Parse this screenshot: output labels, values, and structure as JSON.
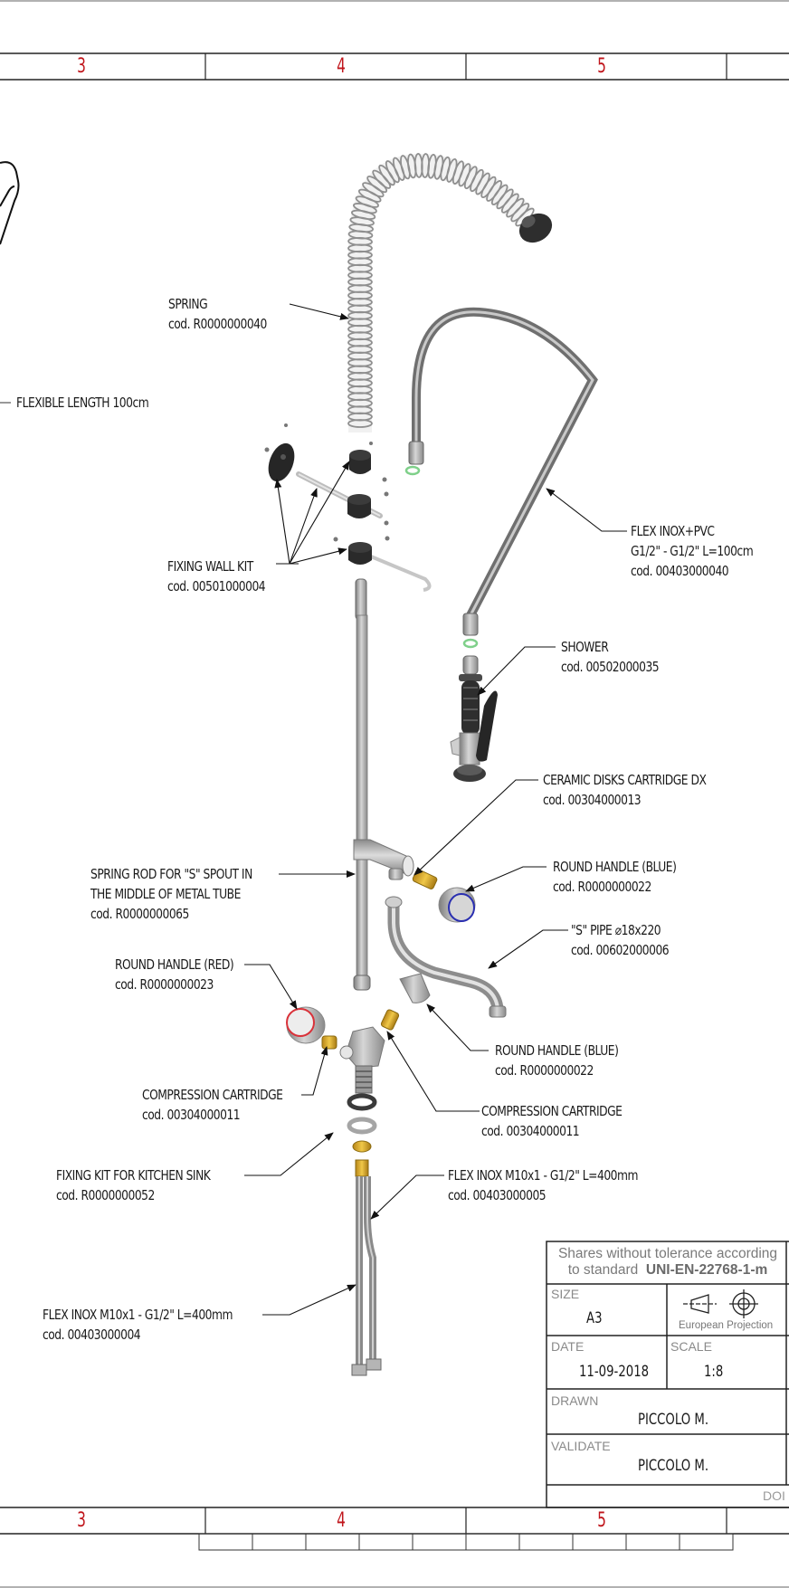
{
  "drawing": {
    "type": "exploded assembly view",
    "zones": [
      "3",
      "4",
      "5"
    ],
    "zone_color": "#c0151b"
  },
  "callouts": [
    {
      "id": "flexible-length",
      "lines": [
        "FLEXIBLE LENGTH 100cm"
      ]
    },
    {
      "id": "spring",
      "lines": [
        "SPRING",
        "cod. R0000000040"
      ]
    },
    {
      "id": "fixing-wall-kit",
      "lines": [
        "FIXING WALL KIT",
        "cod. 00501000004"
      ]
    },
    {
      "id": "flex-inox-pvc",
      "lines": [
        "FLEX INOX+PVC",
        "G1/2\" - G1/2\" L=100cm",
        "cod. 00403000040"
      ]
    },
    {
      "id": "shower",
      "lines": [
        "SHOWER",
        "cod. 00502000035"
      ]
    },
    {
      "id": "ceramic-cartridge",
      "lines": [
        "CERAMIC DISKS CARTRIDGE DX",
        "cod. 00304000013"
      ]
    },
    {
      "id": "spring-rod",
      "lines": [
        "SPRING ROD FOR \"S\" SPOUT IN",
        "THE MIDDLE OF METAL TUBE",
        "cod. R0000000065"
      ]
    },
    {
      "id": "round-handle-blue-1",
      "lines": [
        "ROUND HANDLE (BLUE)",
        "cod. R0000000022"
      ]
    },
    {
      "id": "s-pipe",
      "lines": [
        "\"S\" PIPE ⌀18x220",
        "cod. 00602000006"
      ]
    },
    {
      "id": "round-handle-red",
      "lines": [
        "ROUND HANDLE (RED)",
        "cod. R0000000023"
      ]
    },
    {
      "id": "round-handle-blue-2",
      "lines": [
        "ROUND HANDLE (BLUE)",
        "cod. R0000000022"
      ]
    },
    {
      "id": "compression-cartridge-left",
      "lines": [
        "COMPRESSION CARTRIDGE",
        "cod. 00304000011"
      ]
    },
    {
      "id": "compression-cartridge-right",
      "lines": [
        "COMPRESSION CARTRIDGE",
        "cod. 00304000011"
      ]
    },
    {
      "id": "fixing-kit-sink",
      "lines": [
        "FIXING KIT FOR KITCHEN SINK",
        "cod. R0000000052"
      ]
    },
    {
      "id": "flex-inox-m10-right",
      "lines": [
        "FLEX INOX M10x1 - G1/2\" L=400mm",
        "cod. 00403000005"
      ]
    },
    {
      "id": "flex-inox-m10-left",
      "lines": [
        "FLEX INOX M10x1 - G1/2\" L=400mm",
        "cod. 00403000004"
      ]
    }
  ],
  "title_block": {
    "tolerance_note": "Shares without tolerance according",
    "tolerance_note_2": "to standard",
    "tolerance_standard": "UNI-EN-22768-1-m",
    "size_label": "SIZE",
    "size_value": "A3",
    "projection_label": "European Projection",
    "date_label": "DATE",
    "date_value": "11-09-2018",
    "scale_label": "SCALE",
    "scale_value": "1:8",
    "drawn_label": "DRAWN",
    "drawn_value": "PICCOLO M.",
    "validate_label": "VALIDATE",
    "validate_value": "PICCOLO M.",
    "truncated_label": "DOI"
  },
  "colors": {
    "handle_red": "#d9323a",
    "handle_blue": "#2a2fb0",
    "brass": "#d4a21f",
    "oring_green": "#7fd08a",
    "steel": "#9a9a9a",
    "black_part": "#2a2a2a"
  }
}
